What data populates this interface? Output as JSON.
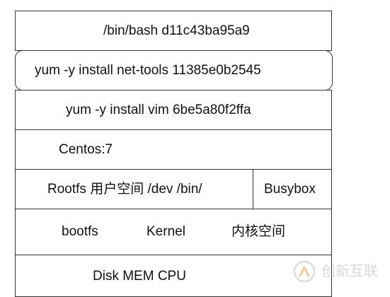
{
  "layers": {
    "bash": "/bin/bash d11c43ba95a9",
    "net_tools": "yum -y install net-tools  11385e0b2545",
    "vim": "yum -y install vim  6be5a80f2ffa",
    "centos": "Centos:7",
    "rootfs": "Rootfs  用户空间  /dev  /bin/",
    "busybox": "Busybox",
    "bootfs": "bootfs",
    "kernel": "Kernel",
    "kernel_space": "内核空间",
    "hardware": "Disk  MEM  CPU"
  },
  "watermark": {
    "text": "创新互联",
    "icon": "chuangxin-logo-icon",
    "color": "#b9b9b9",
    "accent": "#f0a040"
  }
}
